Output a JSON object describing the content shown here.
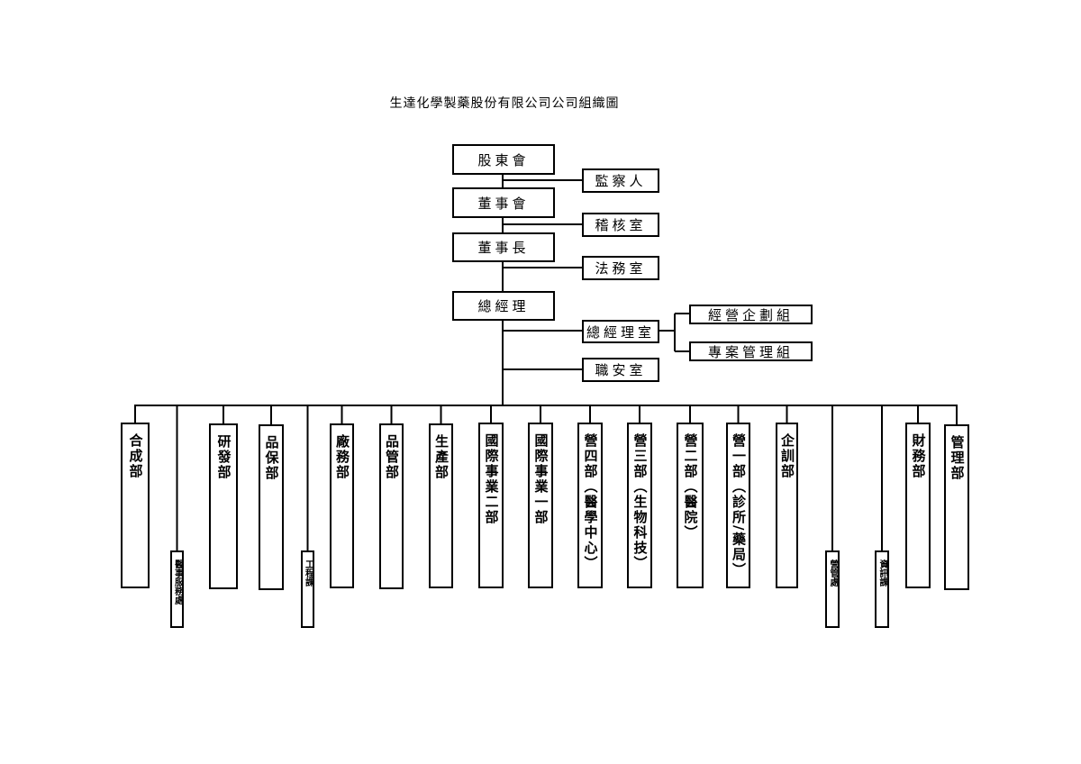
{
  "title": "生達化學製藥股份有限公司公司組織圖",
  "top": {
    "shareholders": "股東會",
    "supervisor": "監察人",
    "board": "董事會",
    "audit": "稽核室",
    "chairman": "董事長",
    "legal": "法務室",
    "gm": "總經理",
    "gm_office": "總經理室",
    "planning": "經營企劃組",
    "project": "專案管理組",
    "safety": "職安室"
  },
  "departments": [
    "合成部",
    "醫事服務處",
    "研發部",
    "品保部",
    "工程課",
    "廠務部",
    "品管部",
    "生產部",
    "國際事業二部",
    "國際事業一部",
    "營四部（醫學中心）",
    "營三部（生物科技）",
    "營二部（醫院）",
    "營一部（診所/藥局）",
    "企訓部",
    "營管處",
    "資訊課",
    "財務部",
    "管理部"
  ]
}
